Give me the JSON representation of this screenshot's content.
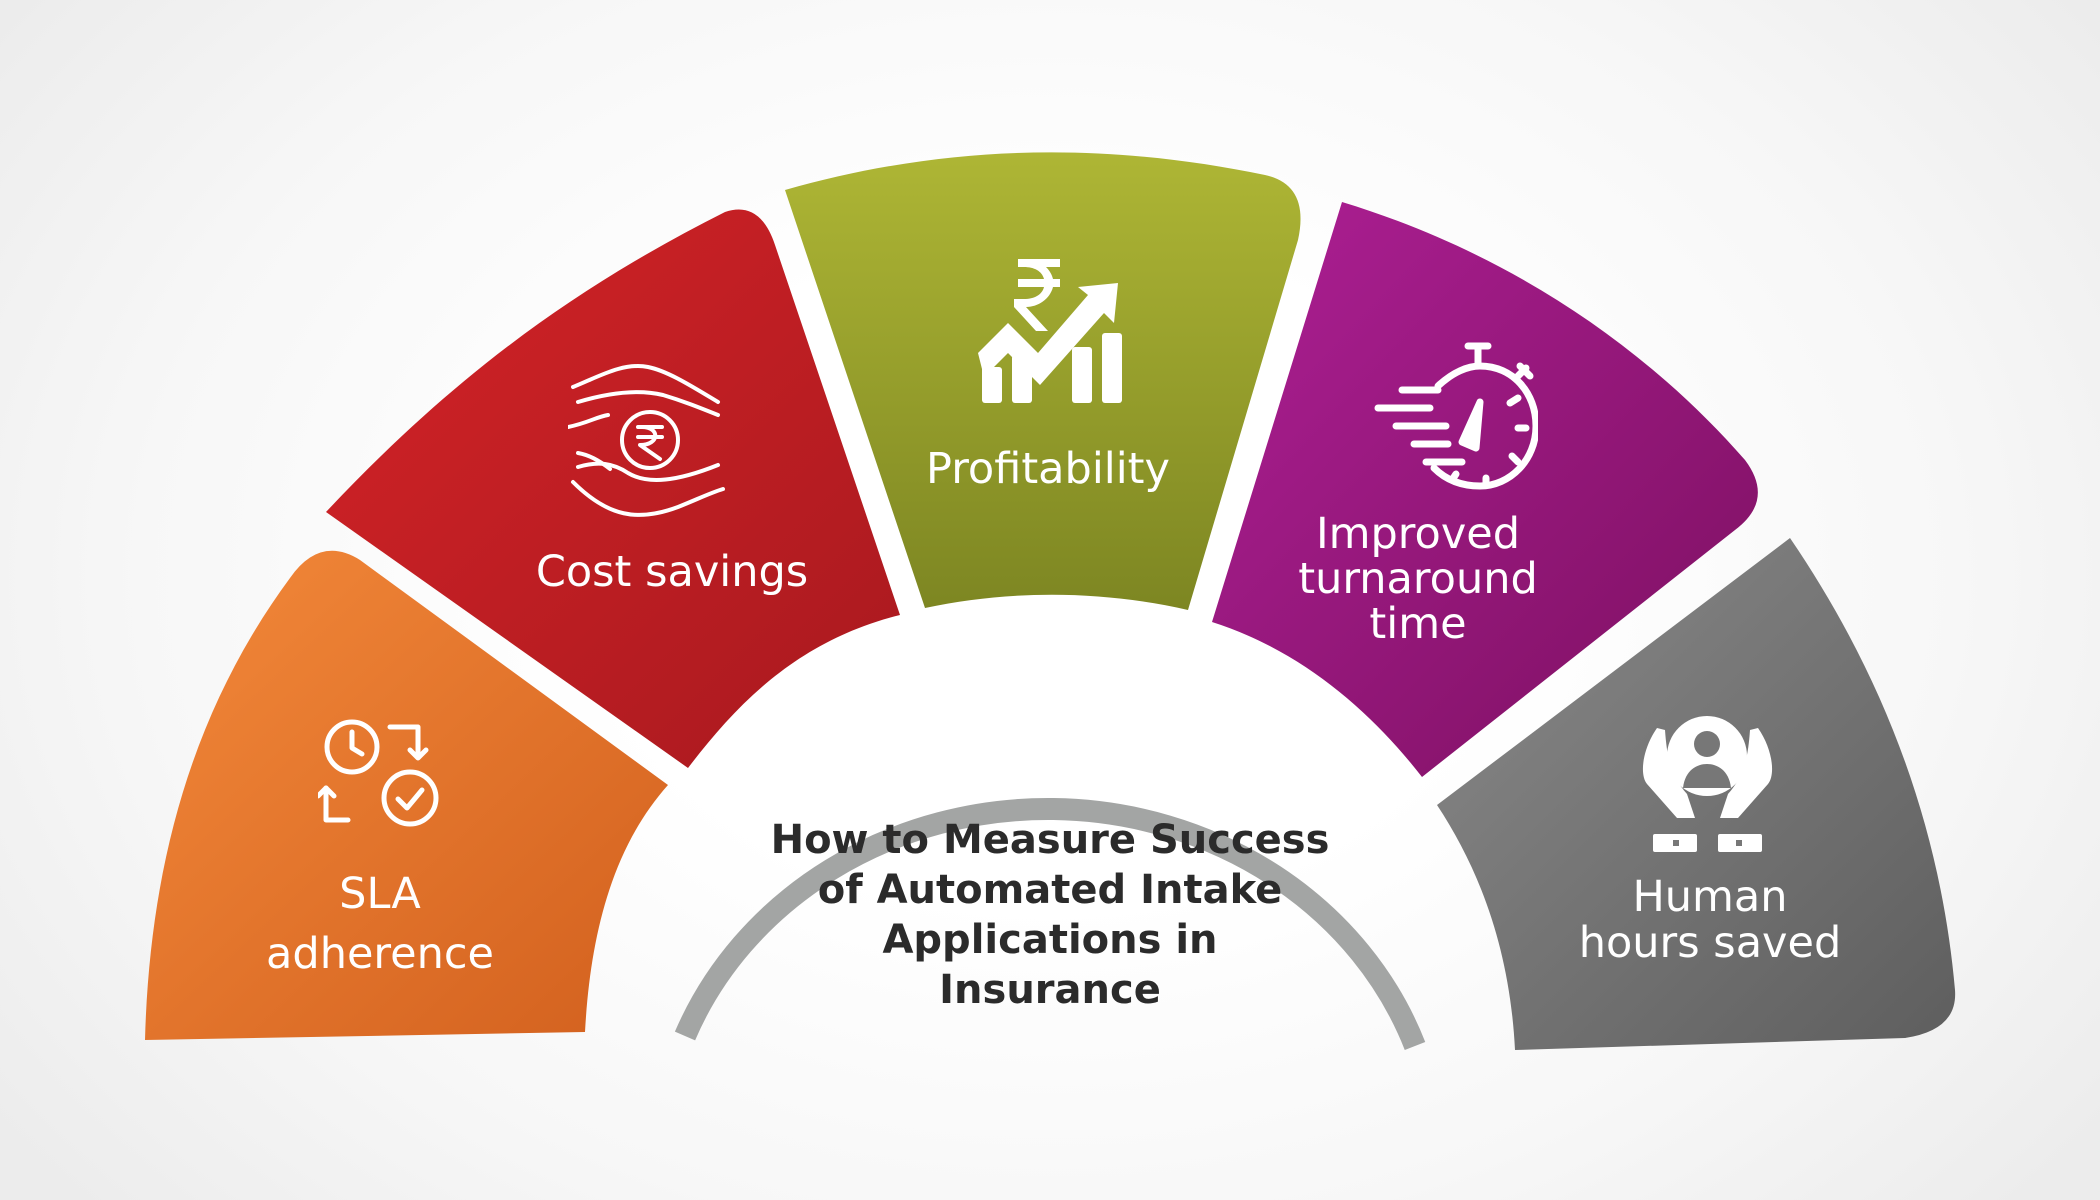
{
  "title": "How to Measure Success of Automated Intake Applications in Insurance",
  "segments": [
    {
      "label": "SLA\nadherence",
      "icon": "clock-refresh-check-icon",
      "color_light": "#f3893a",
      "color_dark": "#d2601e"
    },
    {
      "label": "Cost savings",
      "icon": "hands-rupee-coin-icon",
      "color_light": "#d42327",
      "color_dark": "#a8191f"
    },
    {
      "label": "Profitability",
      "icon": "rupee-growth-chart-icon",
      "color_light": "#aeb635",
      "color_dark": "#7d8622"
    },
    {
      "label": "Improved\nturnaround\ntime",
      "icon": "stopwatch-speed-icon",
      "color_light": "#ad1f94",
      "color_dark": "#7c1060"
    },
    {
      "label": "Human\nhours saved",
      "icon": "hands-protect-person-icon",
      "color_light": "#8a8a8a",
      "color_dark": "#5e5e5e"
    }
  ],
  "colors": {
    "arc_ring": "#a3a5a4",
    "title_text": "#2b2b2b"
  }
}
